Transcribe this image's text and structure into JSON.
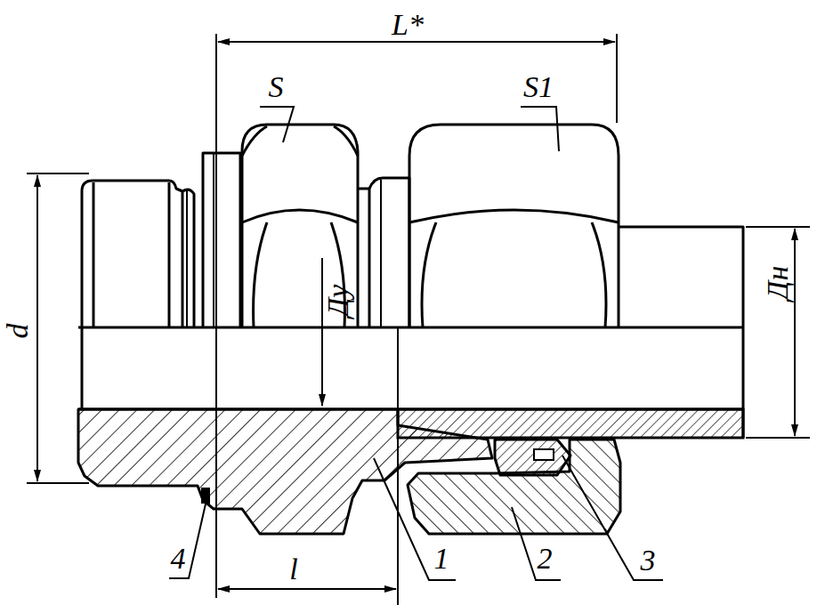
{
  "diagram": {
    "labels": [
      "L*",
      "S",
      "S1",
      "d",
      "Ду",
      "Дн",
      "l",
      "4",
      "1",
      "2",
      "3"
    ]
  }
}
